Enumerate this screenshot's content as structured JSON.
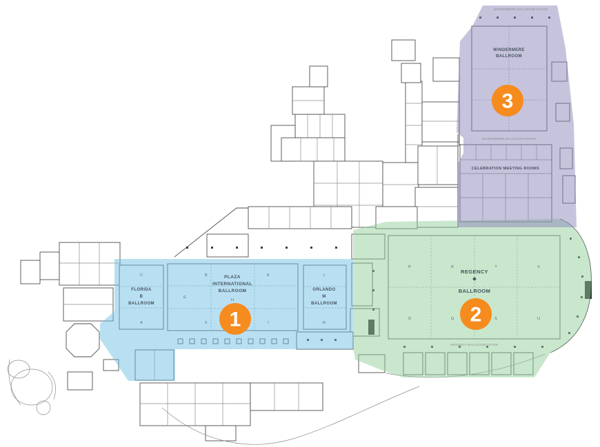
{
  "colors": {
    "badge": "#F68B1E",
    "zone1": "#6DBEE4",
    "zone2": "#8ECD97",
    "zone3": "#8882B8",
    "walls": "#4d4d4d"
  },
  "badges": [
    {
      "number": "1"
    },
    {
      "number": "2"
    },
    {
      "number": "3"
    }
  ],
  "rooms": {
    "windermere": {
      "line1": "WINDERMERE",
      "line2": "BALLROOM"
    },
    "celebration": {
      "label": "CELEBRATION MEETING ROOMS"
    },
    "regency": {
      "line1": "REGENCY",
      "line2": "BALLROOM"
    },
    "plaza": {
      "line1": "PLAZA",
      "line2": "INTERNATIONAL",
      "line3": "BALLROOM"
    },
    "florida": {
      "line1": "FLORIDA",
      "line2": "B",
      "line3": "BALLROOM"
    },
    "orlando": {
      "line1": "ORLANDO",
      "line2": "M",
      "line3": "BALLROOM"
    }
  },
  "foyers": {
    "windermere_top": "WINDERMERE BALLROOM FOYER",
    "windermere_bottom": "WINDERMERE BALLROOM FOYER",
    "regency": "REGENCY BALLROOM FOYER"
  },
  "sections": {
    "florida": [
      "C",
      "A"
    ],
    "plaza": [
      "B",
      "K",
      "E",
      "H",
      "F",
      "I"
    ],
    "orlando": [
      "L",
      "N"
    ],
    "regency": [
      "P",
      "R",
      "T",
      "V",
      "O",
      "Q",
      "S",
      "U"
    ]
  }
}
